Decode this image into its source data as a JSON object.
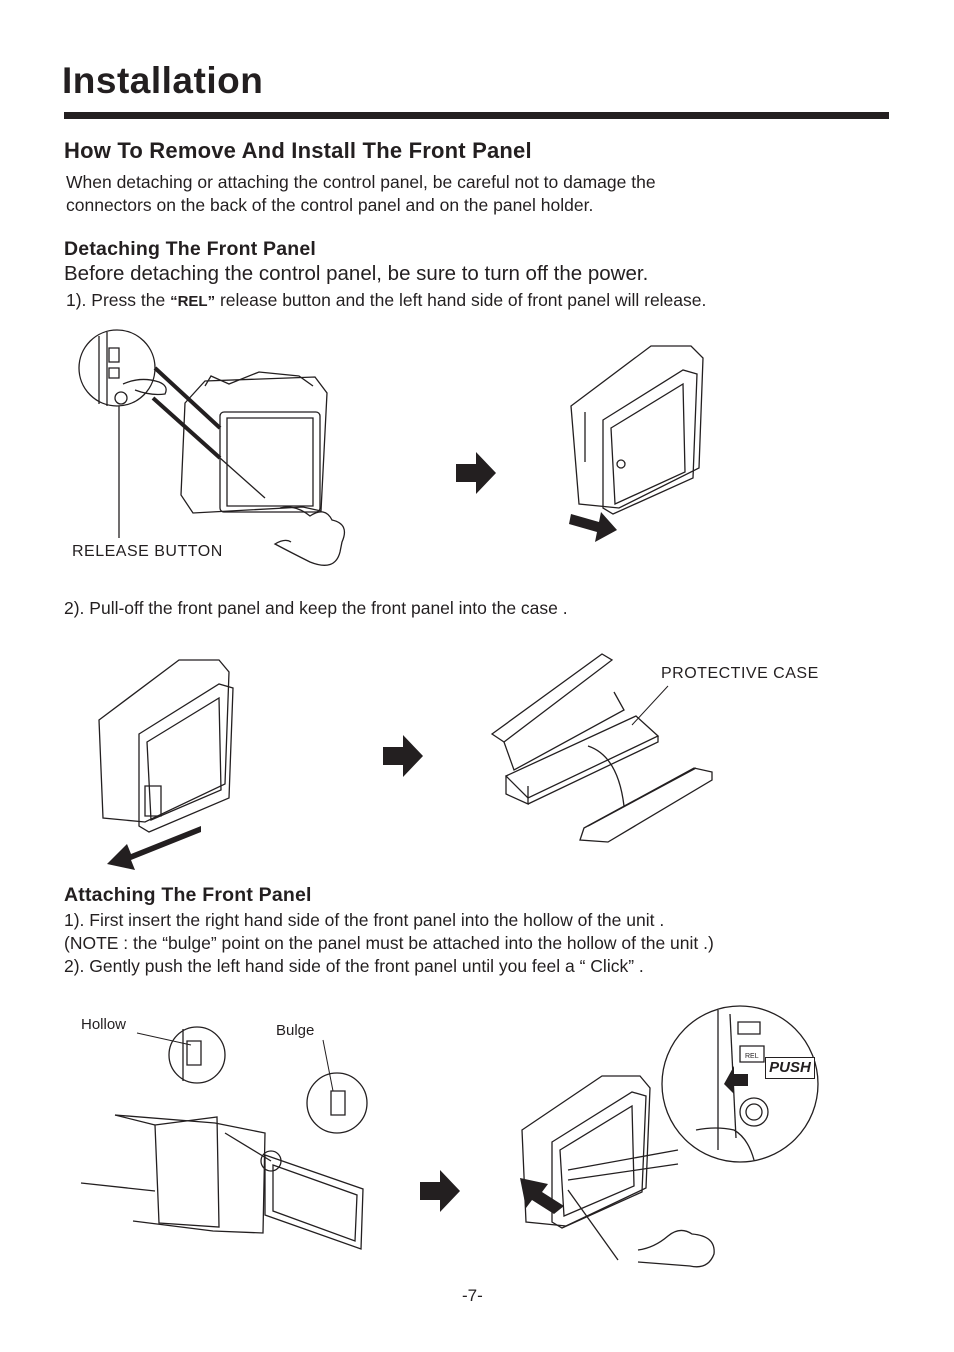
{
  "page": {
    "title": "Installation",
    "page_number": "-7-"
  },
  "section": {
    "heading": "How To Remove And Install The Front Panel",
    "intro_line1": "When detaching or attaching the control panel, be careful not to damage the",
    "intro_line2": "connectors on the back of the control panel and on the panel holder."
  },
  "detaching": {
    "heading": "Detaching The Front Panel",
    "warning": "Before detaching the control panel, be sure to turn off the power.",
    "step1_prefix": "1). Press the ",
    "step1_rel": "“REL”",
    "step1_suffix": " release button and the left hand side of front panel will release.",
    "release_button_label": "RELEASE BUTTON",
    "step2": "2). Pull-off the front panel  and keep the front panel into the case .",
    "protective_case_label": "PROTECTIVE CASE"
  },
  "attaching": {
    "heading": "Attaching The Front Panel",
    "line1": "1). First insert the right hand side of the front panel into the hollow of the unit .",
    "line2": "(NOTE : the “bulge” point on the panel must be attached into the hollow of the unit .)",
    "line3": "2). Gently push the left hand side of the front panel until you feel a  “ Click” .",
    "hollow_label": "Hollow",
    "bulge_label": "Bulge",
    "push_label": "PUSH",
    "rel_button_label": "REL"
  }
}
